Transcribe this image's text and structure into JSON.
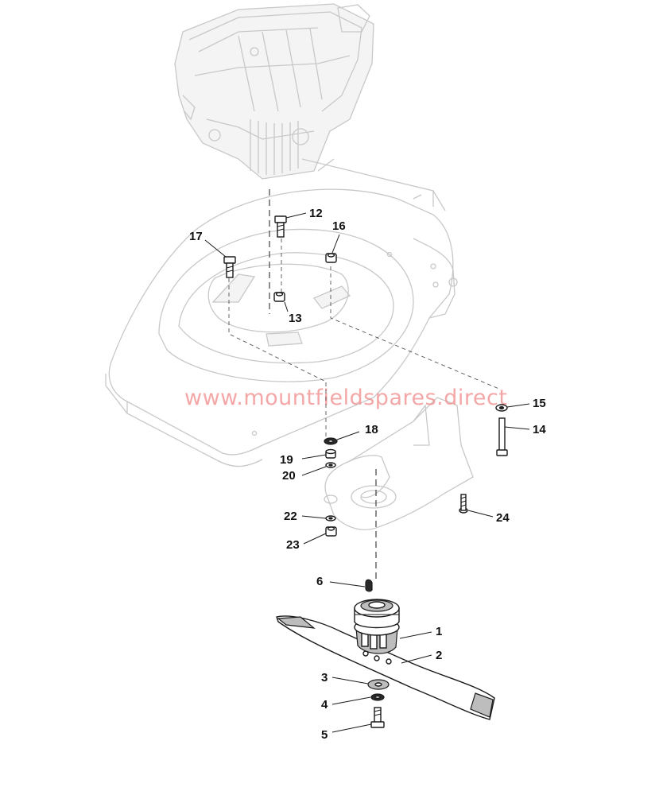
{
  "watermark": "www.mountfieldspares.direct",
  "callouts": [
    {
      "id": "c1",
      "text": "1"
    },
    {
      "id": "c2",
      "text": "2"
    },
    {
      "id": "c3",
      "text": "3"
    },
    {
      "id": "c4",
      "text": "4"
    },
    {
      "id": "c5",
      "text": "5"
    },
    {
      "id": "c6",
      "text": "6"
    },
    {
      "id": "c12",
      "text": "12"
    },
    {
      "id": "c13",
      "text": "13"
    },
    {
      "id": "c14",
      "text": "14"
    },
    {
      "id": "c15",
      "text": "15"
    },
    {
      "id": "c16",
      "text": "16"
    },
    {
      "id": "c17",
      "text": "17"
    },
    {
      "id": "c18",
      "text": "18"
    },
    {
      "id": "c19",
      "text": "19"
    },
    {
      "id": "c20",
      "text": "20"
    },
    {
      "id": "c22",
      "text": "22"
    },
    {
      "id": "c23",
      "text": "23"
    },
    {
      "id": "c24",
      "text": "24"
    }
  ],
  "colors": {
    "watermark": "#f08a8a",
    "ghost_lines": "#c8c8c8",
    "parts": "#1a1a1a"
  }
}
